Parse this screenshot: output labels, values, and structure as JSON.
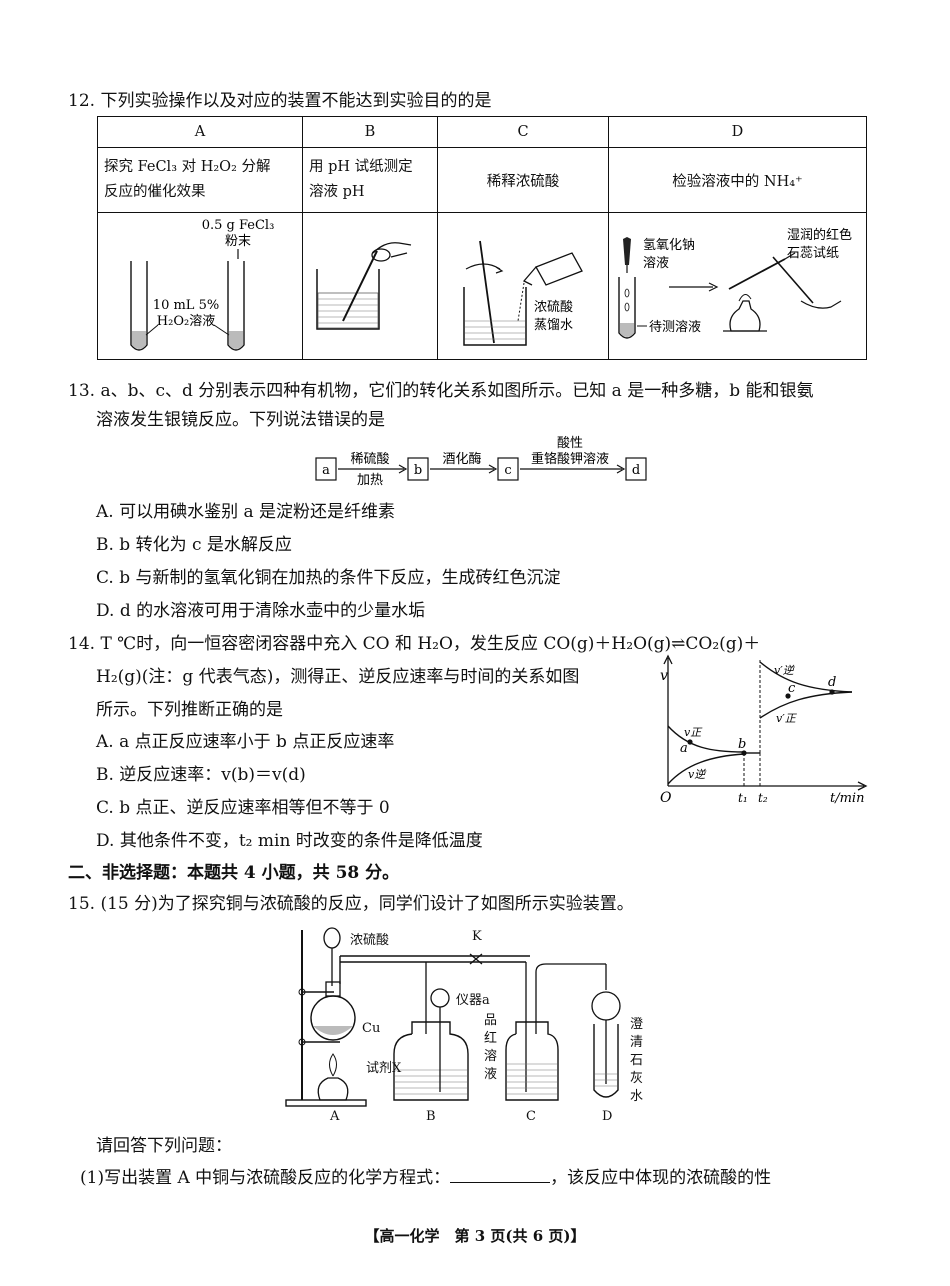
{
  "q12": {
    "stem": "12. 下列实验操作以及对应的装置不能达到实验目的的是",
    "headers": [
      "A",
      "B",
      "C",
      "D"
    ],
    "descA1": "探究 FeCl₃ 对 H₂O₂ 分解",
    "descA2": "反应的催化效果",
    "descB1": "用 pH 试纸测定",
    "descB2": "溶液 pH",
    "descC": "稀释浓硫酸",
    "descD": "检验溶液中的 NH₄⁺",
    "figA": {
      "lbl1": "0.5 g FeCl₃",
      "lbl2": "粉末",
      "lbl3": "10 mL 5%",
      "lbl4": "H₂O₂溶液"
    },
    "figC": {
      "lbl1": "浓硫酸",
      "lbl2": "蒸馏水"
    },
    "figD": {
      "lbl1": "氢氧化钠",
      "lbl2": "溶液",
      "lbl3": "待测溶液",
      "lbl4": "湿润的红色",
      "lbl5": "石蕊试纸"
    }
  },
  "q13": {
    "stem1": "13. a、b、c、d 分别表示四种有机物，它们的转化关系如图所示。已知 a 是一种多糖，b 能和银氨",
    "stem2": "溶液发生银镜反应。下列说法错误的是",
    "flow": {
      "a": "a",
      "b": "b",
      "c": "c",
      "d": "d",
      "r1top": "稀硫酸",
      "r1bot": "加热",
      "r2top": "酒化酶",
      "r3top1": "酸性",
      "r3top2": "重铬酸钾溶液"
    },
    "options": [
      "A. 可以用碘水鉴别 a 是淀粉还是纤维素",
      "B. b 转化为 c 是水解反应",
      "C. b 与新制的氢氧化铜在加热的条件下反应，生成砖红色沉淀",
      "D. d 的水溶液可用于清除水壶中的少量水垢"
    ]
  },
  "q14": {
    "stem1": "14. T ℃时，向一恒容密闭容器中充入 CO 和 H₂O，发生反应 CO(g)＋H₂O(g)⇌CO₂(g)＋",
    "stem2": "H₂(g)(注：g 代表气态)，测得正、逆反应速率与时间的关系如图",
    "stem3": "所示。下列推断正确的是",
    "options": [
      "A. a 点正反应速率小于 b 点正反应速率",
      "B. 逆反应速率：v(b)＝v(d)",
      "C. b 点正、逆反应速率相等但不等于 0",
      "D. 其他条件不变，t₂ min 时改变的条件是降低温度"
    ],
    "graph": {
      "yaxis": "v",
      "xaxis": "t/min",
      "origin": "O",
      "t1": "t₁",
      "t2": "t₂",
      "pa": "a",
      "pb": "b",
      "pc": "c",
      "pd": "d",
      "vz": "v正",
      "vn": "v逆",
      "vz2": "v′正",
      "vn2": "v′逆"
    }
  },
  "section2": "二、非选择题：本题共 4 小题，共 58 分。",
  "q15": {
    "stem": "15. (15 分)为了探究铜与浓硫酸的反应，同学们设计了如图所示实验装置。",
    "fig": {
      "acid": "浓硫酸",
      "k": "K",
      "inst": "仪器a",
      "cu": "Cu",
      "reagent": "试剂X",
      "pin": "品",
      "hong": "红",
      "rong": "溶",
      "ye": "液",
      "cheng": "澄",
      "qing": "清",
      "shi": "石",
      "hui": "灰",
      "shui": "水",
      "A": "A",
      "B": "B",
      "C": "C",
      "D": "D"
    },
    "prompt": "请回答下列问题：",
    "sub1a": "(1)写出装置 A 中铜与浓硫酸反应的化学方程式：",
    "sub1b": "，该反应中体现的浓硫酸的性"
  },
  "footer": "【高一化学　第 3 页(共 6 页)】"
}
